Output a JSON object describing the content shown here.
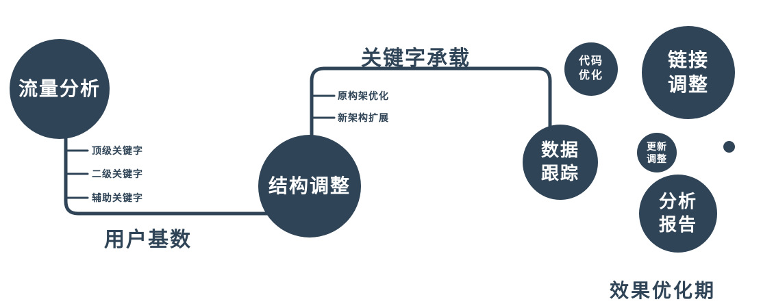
{
  "colors": {
    "primary": "#2f4456",
    "text_on_node": "#ffffff",
    "background": "#ffffff"
  },
  "nodes": {
    "traffic_analysis": {
      "label": "流量分析"
    },
    "structure_adjust": {
      "label": "结构调整"
    },
    "data_tracking": {
      "line1": "数据",
      "line2": "跟踪"
    },
    "code_optimization": {
      "line1": "代码",
      "line2": "优化"
    },
    "link_adjustment": {
      "line1": "链接",
      "line2": "调整"
    },
    "update_adjustment": {
      "line1": "更新",
      "line2": "调整"
    },
    "analysis_report": {
      "line1": "分析",
      "line2": "报告"
    }
  },
  "path_labels": {
    "keyword_bearing": "关键字承载",
    "user_base": "用户基数"
  },
  "branch_labels": {
    "traffic": [
      "顶级关键字",
      "二级关键字",
      "辅助关键字"
    ],
    "structure": [
      "原构架优化",
      "新架构扩展"
    ]
  },
  "caption": "效果优化期"
}
